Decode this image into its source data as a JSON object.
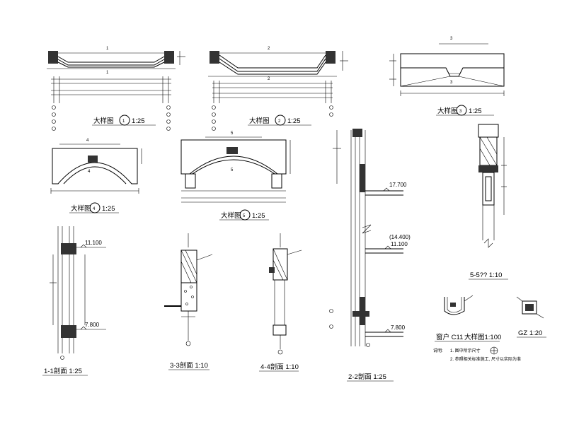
{
  "drawing": {
    "titles": {
      "d1": "大样图",
      "d1_num": "1",
      "d1_scale": "1:25",
      "d2": "大样图",
      "d2_num": "2",
      "d2_scale": "1:25",
      "d3": "大样图",
      "d3_num": "3",
      "d3_scale": "1:25",
      "d4": "大样图",
      "d4_num": "4",
      "d4_scale": "1:25",
      "d5": "大样图",
      "d5_num": "5",
      "d5_scale": "1:25",
      "s11": "1-1剖面 1:25",
      "s33": "3-3剖面 1:10",
      "s44": "4-4剖面 1:10",
      "s22": "2-2剖面 1:25",
      "s55": "5-5?? 1:10",
      "c11": "窗户 C11",
      "c11_scale": "大样图1:100",
      "gz": "GZ 1:20"
    },
    "section_marks": {
      "d1_top": "1",
      "d1_bottom": "1",
      "d2_top": "2",
      "d2_bottom": "2",
      "d3_top": "3",
      "d3_bottom": "3",
      "d4_top": "4",
      "d4_bottom": "4",
      "d5_top": "5",
      "d5_bottom": "5"
    },
    "levels": {
      "s11_top": "11.100",
      "s11_bottom": "7.800",
      "s22_a": "17.700",
      "s22_b": "(14.400)",
      "s22_c": "11.100",
      "s22_d": "7.800"
    },
    "notes": {
      "label": "说明:",
      "n1": "1. 图中所示尺寸",
      "n2": "2. 参照相关标准施工, 尺寸以实际为准"
    }
  }
}
